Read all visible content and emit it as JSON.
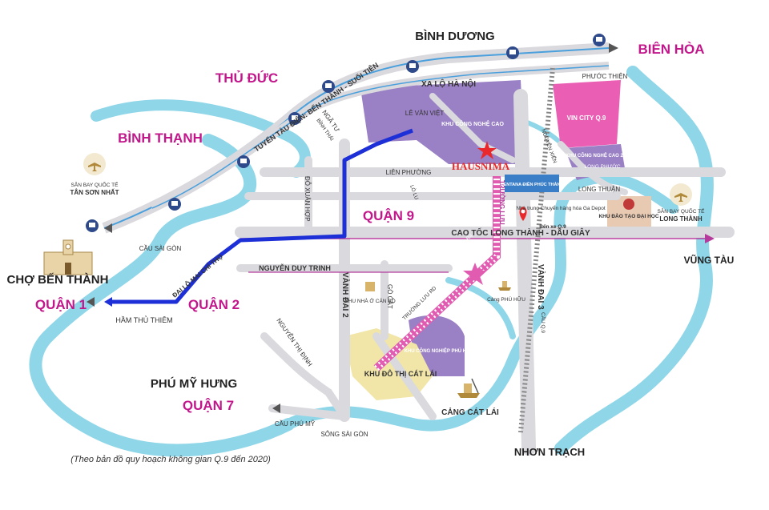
{
  "regions": {
    "binh_duong": "BÌNH DƯƠNG",
    "bien_hoa": "BIÊN HÒA",
    "thu_duc": "THỦ ĐỨC",
    "binh_thanh": "BÌNH THẠNH",
    "cho_ben_thanh": "CHỢ BẾN THÀNH",
    "phu_my_hung": "PHÚ MỸ HƯNG",
    "vung_tau": "VŨNG TÀU",
    "nhon_trach": "NHƠN TRẠCH"
  },
  "districts": {
    "q1": "QUẬN 1",
    "q2": "QUẬN 2",
    "q7": "QUẬN 7",
    "q9": "QUẬN 9"
  },
  "roads": {
    "metro": "TUYẾN TÀU ĐIỆN: BẾN THÀNH - SUỐI TIÊN",
    "xa_lo": "XA LỘ HÀ NỘI",
    "le_van_viet": "LÊ VĂN VIỆT",
    "lien_phuong": "LIÊN PHƯỜNG",
    "long_thuan": "LONG THUẬN",
    "phuoc_thien": "PHƯỚC THIỆN",
    "cao_toc": "CAO TỐC LONG THÀNH - DẦU GIÂY",
    "nguyen_duy_trinh": "NGUYỄN DUY TRINH",
    "do_xuan_hop": "ĐỖ XUÂN HỢP",
    "vanh_dai_2": "VÀNH ĐAI 2",
    "vanh_dai_3": "VÀNH ĐAI 3",
    "go_cat": "GÒ CÁT",
    "truong_luu": "TRƯỜNG LƯU",
    "mai_chi_tho": "ĐẠI LỘ MAI CHÍ THỌ",
    "nguyen_thi_dinh": "NGUYỄN THỊ ĐỊNH",
    "ham_thu_thiem": "HẦM THỦ THIÊM",
    "cau_sai_gon": "CẦU SÀI GÒN",
    "cau_phu_my": "CẦU PHÚ MỸ",
    "song_sai_gon": "SÔNG SÀI GÒN",
    "nga_tu": "NGÃ TƯ",
    "binh_thai": "BÌNH THÁI",
    "long_phuoc": "LONG PHƯỚC",
    "nguyen_xien": "NGUYỄN XIỂN",
    "lo_lu": "LÒ LU",
    "duong_r4": "ĐƯỜNG R4",
    "truong_luu_ro": "TRƯỜNG LƯU RD"
  },
  "places": {
    "khu_cong_nghe_cao": "KHU CÔNG NGHỆ CAO",
    "vin_city": "VIN CITY Q.9",
    "khu_cong_nghe_cao_2": "KHU CÔNG NGHỆ CAO 2",
    "hausnima": "HAUSNIMA",
    "centana": "CENTANA ĐIỀN PHÚC THÀNH",
    "ga_depot": "Nhà trung Chuyển hàng hóa Ga Depot",
    "ben_xe": "Bến xe Q.9",
    "khu_dao_tao": "KHU ĐÀO TẠO ĐẠI HỌC",
    "khu_nha_o": "KHU NHÀ Ở CÁN BỘ",
    "cang_phu_huu": "Cảng PHÚ HỮU",
    "khu_cn_phu_huu": "KHU CÔNG NGHIỆP PHÚ HỮU",
    "khu_do_thi": "KHU ĐÔ THỊ CÁT LÁI",
    "cang_cat_lai": "CẢNG CÁT LÁI",
    "san_bay_tsn_1": "SÂN BAY QUỐC TẾ",
    "san_bay_tsn_2": "TÂN SƠN NHẤT",
    "san_bay_lt_1": "SÂN BAY QUỐC TẾ",
    "san_bay_lt_2": "LONG THÀNH",
    "cau_o9": "CẦU Q.9"
  },
  "caption": "(Theo bản đồ quy hoạch không gian Q.9 đến 2020)",
  "colors": {
    "district": "#c2168b",
    "river": "#7ed3e6",
    "road_grey": "#d9d9de",
    "purple_zone": "#9a80c4",
    "pink_zone": "#ea5fb3",
    "route": "#1d2fd6",
    "star": "#e8282a"
  },
  "icons": [
    "metro-icon",
    "airport-icon",
    "star-icon",
    "location-pin-icon",
    "building-icon",
    "ship-icon"
  ]
}
